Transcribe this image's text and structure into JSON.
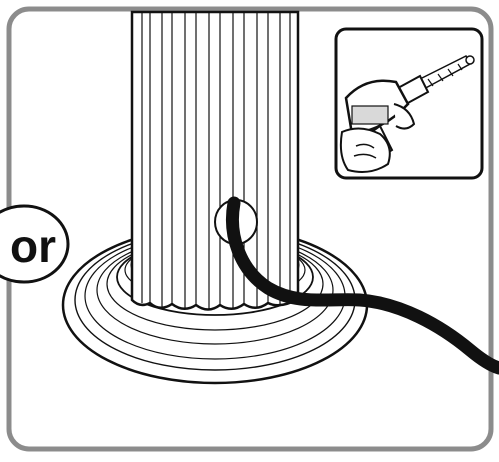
{
  "illustration": {
    "side_label": "or",
    "colors": {
      "frame": "#8c8c8c",
      "ink": "#111111",
      "paper": "#ffffff",
      "drill_grip": "#d9d9d9"
    },
    "parts": [
      "fluted-column",
      "round-column-base",
      "drilled-hole",
      "power-cable",
      "drill-inset",
      "drill-icon"
    ]
  }
}
